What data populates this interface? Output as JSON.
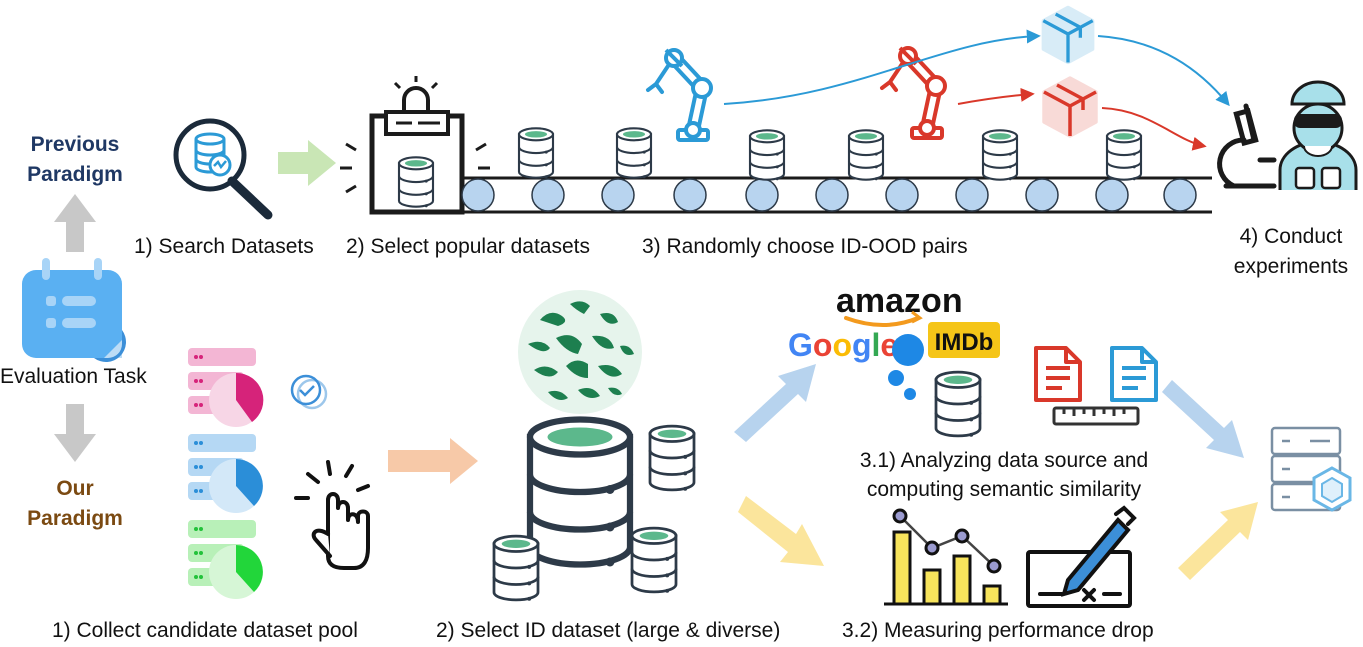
{
  "paradigms": {
    "previous": [
      "Previous",
      "Paradigm"
    ],
    "ours": [
      "Our",
      "Paradigm"
    ],
    "evaluation_task": "Evaluation Task"
  },
  "previous_steps": {
    "search": "1) Search Datasets",
    "select": "2) Select popular datasets",
    "random": "3) Randomly choose ID-OOD pairs",
    "conduct": [
      "4) Conduct",
      "experiments"
    ]
  },
  "our_steps": {
    "collect": "1) Collect candidate dataset pool",
    "select_id": "2) Select ID dataset (large & diverse)",
    "analyze": [
      "3.1) Analyzing data source and",
      "computing semantic similarity"
    ],
    "measure": "3.2) Measuring performance drop"
  },
  "logos": {
    "amazon": "amazon",
    "google": [
      "G",
      "o",
      "o",
      "g",
      "l",
      "e"
    ],
    "imdb": "IMDb"
  },
  "colors": {
    "db_green": "#5cb88c",
    "robot_blue": "#2b9ad6",
    "robot_red": "#d9382a",
    "roller": "#b8d4ef",
    "arrow_green": "#c9e6b5",
    "arrow_gray": "#c8c8c8",
    "arrow_orange": "#f7c9a8",
    "arrow_blue": "#b7d3ee",
    "arrow_yellow": "#fbe59c",
    "heading_blue": "#1f3864",
    "heading_brown": "#7b4a12"
  },
  "icons": [
    "search-database-icon",
    "scanner-gate-icon",
    "robot-arm-icon",
    "box-icon",
    "scientist-icon",
    "microscope-icon",
    "calendar-task-icon",
    "server-stack-icon",
    "check-badge-icon",
    "click-hand-icon",
    "animal-globe-icon",
    "database-icon",
    "document-icon",
    "ruler-icon",
    "bar-chart-icon",
    "check-sign-icon",
    "server-hexagon-icon"
  ]
}
